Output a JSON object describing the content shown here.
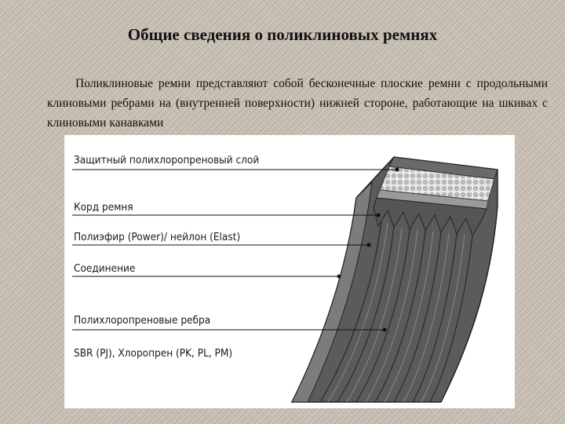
{
  "slide": {
    "title": "Общие сведения о поликлиновых ремнях",
    "paragraph": "Поликлиновые ремни представляют собой бесконечные плоские ремни с продольными клиновыми ребрами на (внутренней поверхности) нижней стороне, работающие на шкивах с клиновыми канавками"
  },
  "diagram": {
    "labels": [
      "Защитный полихлоропреновый слой",
      "Корд ремня",
      "Полиэфир (Power)/ нейлон (Elast)",
      "Соединение",
      "Полихлоропреновые ребра",
      "SBR (PJ), Хлоропрен (PK, PL, PM)"
    ],
    "colors": {
      "belt_dark": "#4e4e4e",
      "belt_mid": "#6f6f6f",
      "belt_light": "#9a9a9a",
      "cord": "#d9d9d9"
    }
  }
}
